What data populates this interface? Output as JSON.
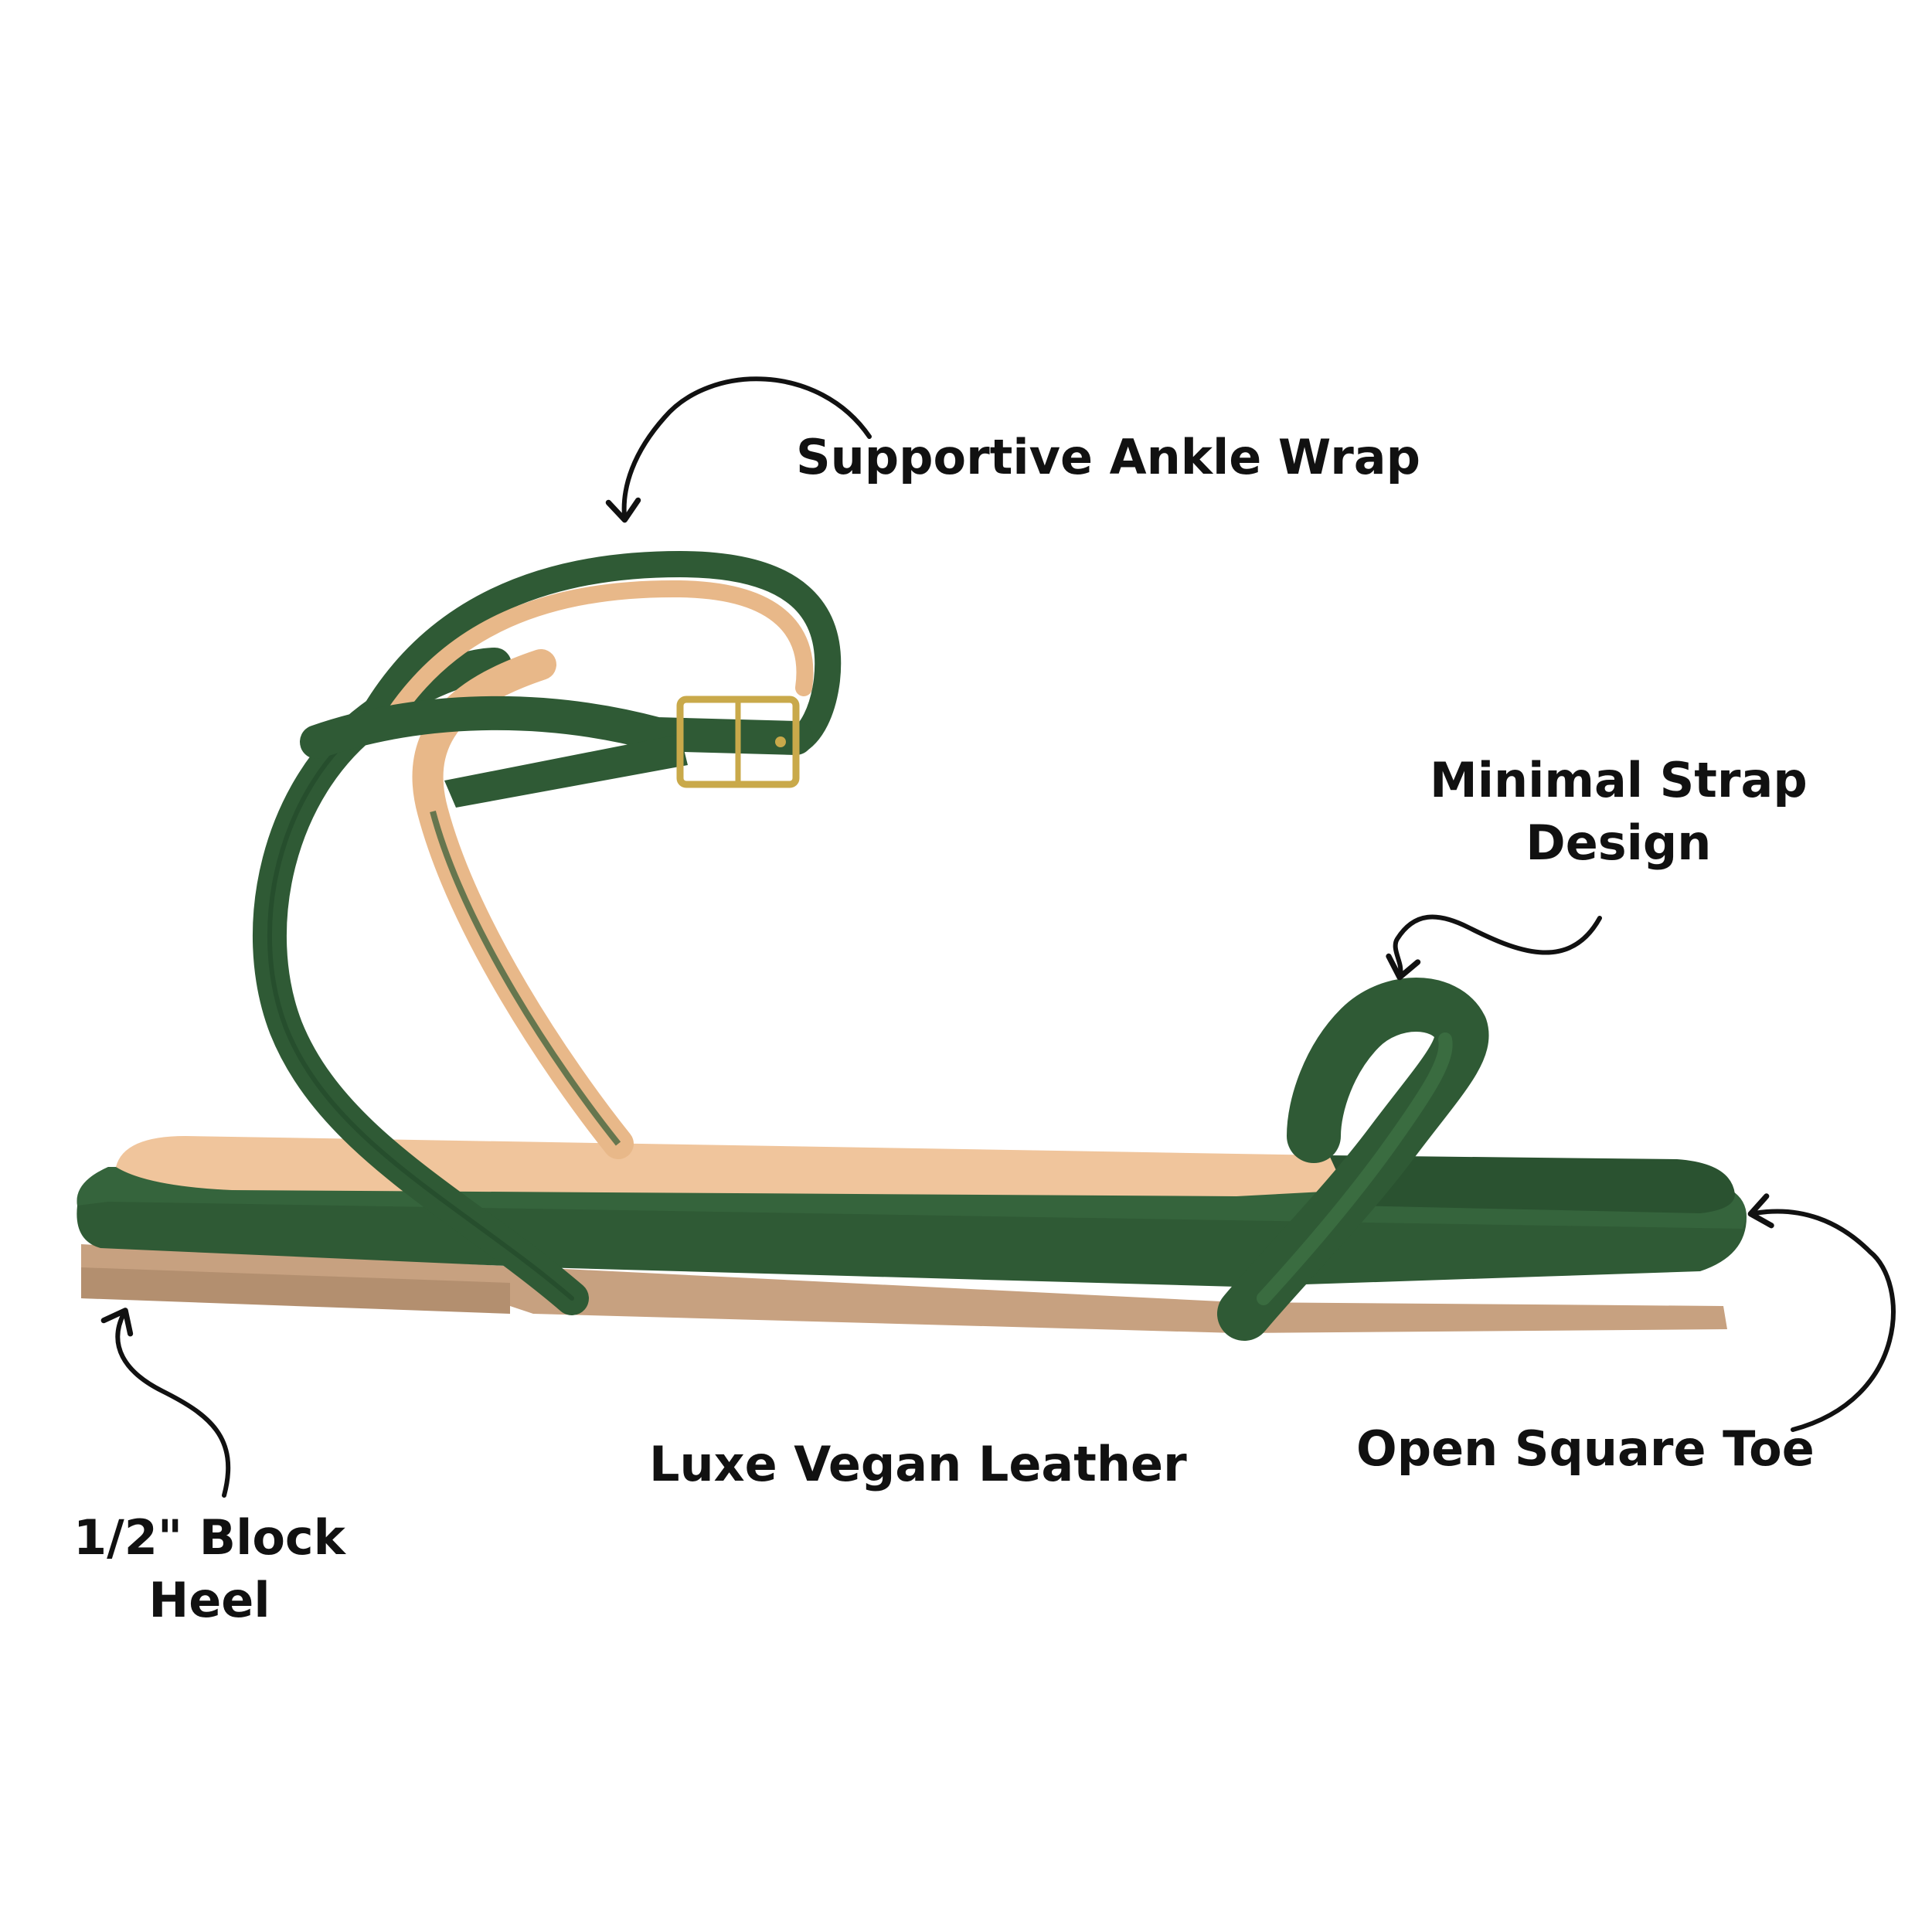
{
  "callouts": {
    "ankle_wrap": "Supportive Ankle Wrap",
    "minimal_strap": [
      "Minimal Strap",
      "Design"
    ],
    "open_toe": "Open Square Toe",
    "vegan_leather": "Luxe Vegan Leather",
    "block_heel": [
      "1/2\" Block",
      "Heel"
    ]
  },
  "colors": {
    "strap_green": "#2f5a35",
    "strap_green_dark": "#1f3f25",
    "insole_tan": "#f0c59c",
    "sole_tan": "#c7a180",
    "buckle_gold": "#c9a94a",
    "text": "#111111"
  },
  "icons": [
    "curved-arrow-icon",
    "curved-arrow-icon",
    "curved-arrow-icon",
    "curved-arrow-icon"
  ]
}
